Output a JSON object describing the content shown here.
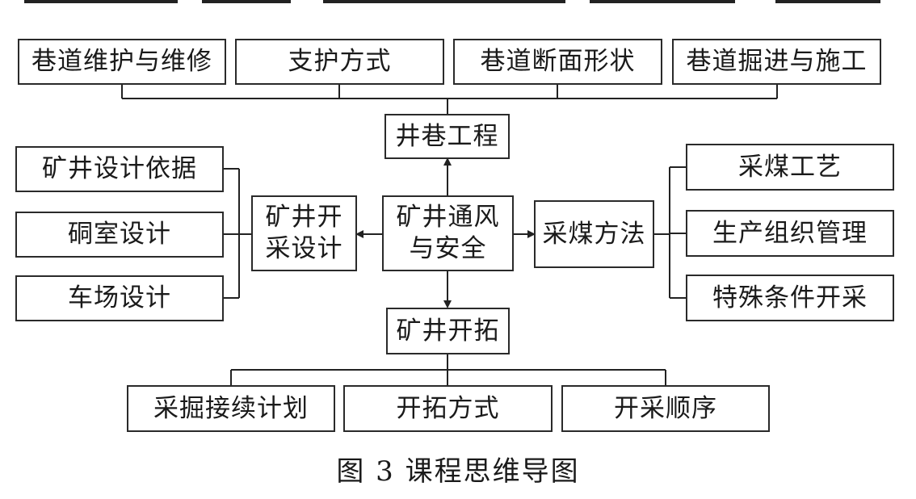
{
  "center": "矿井通风与安全",
  "top_hub": "井巷工程",
  "top_items": [
    "巷道维护与维修",
    "支护方式",
    "巷道断面形状",
    "巷道掘进与施工"
  ],
  "left_hub": "矿井开采设计",
  "left_items": [
    "矿井设计依据",
    "硐室设计",
    "车场设计"
  ],
  "right_hub": "采煤方法",
  "right_items": [
    "采煤工艺",
    "生产组织管理",
    "特殊条件开采"
  ],
  "bottom_hub": "矿井开拓",
  "bottom_items": [
    "采掘接续计划",
    "开拓方式",
    "开采顺序"
  ],
  "caption": "图 3  课程思维导图"
}
